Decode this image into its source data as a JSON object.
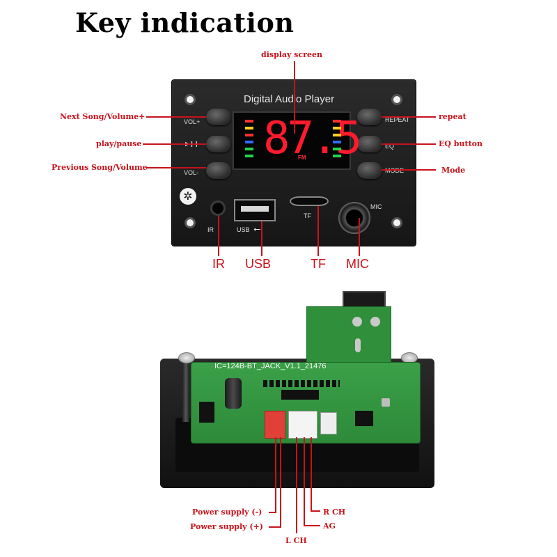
{
  "title": "Key indication",
  "panel": {
    "title": "Digital Audio Player",
    "display_value": "87.5",
    "display_unit": "FM",
    "buttons_left": [
      "VOL+",
      "▶❙❙",
      "VOL-"
    ],
    "buttons_right": [
      "REPEAT",
      "EQ",
      "MODE"
    ],
    "ir_label": "IR",
    "usb_label": "USB",
    "tf_label": "TF",
    "mic_label": "MIC",
    "bluetooth_glyph": "✲"
  },
  "callouts": {
    "display_screen": "display screen",
    "next_song": "Next Song/Volume+",
    "play_pause": "play/pause",
    "previous_song": "Previous Song/Volume-",
    "repeat": "repeat",
    "eq_button": "EQ button",
    "mode": "Mode"
  },
  "ports": {
    "ir": "IR",
    "usb": "USB",
    "tf": "TF",
    "mic": "MIC"
  },
  "board": {
    "pcb_text": "IC=124B-BT_JACK_V1.1_21476"
  },
  "pins": {
    "power_minus": "Power supply (-)",
    "power_plus": "Power supply (+)",
    "l_ch": "L CH",
    "r_ch": "R CH",
    "ag": "AG"
  },
  "colors": {
    "callout_red": "#c8121b",
    "display_red": "#ff1b2d",
    "pcb_green": "#3ba048"
  }
}
